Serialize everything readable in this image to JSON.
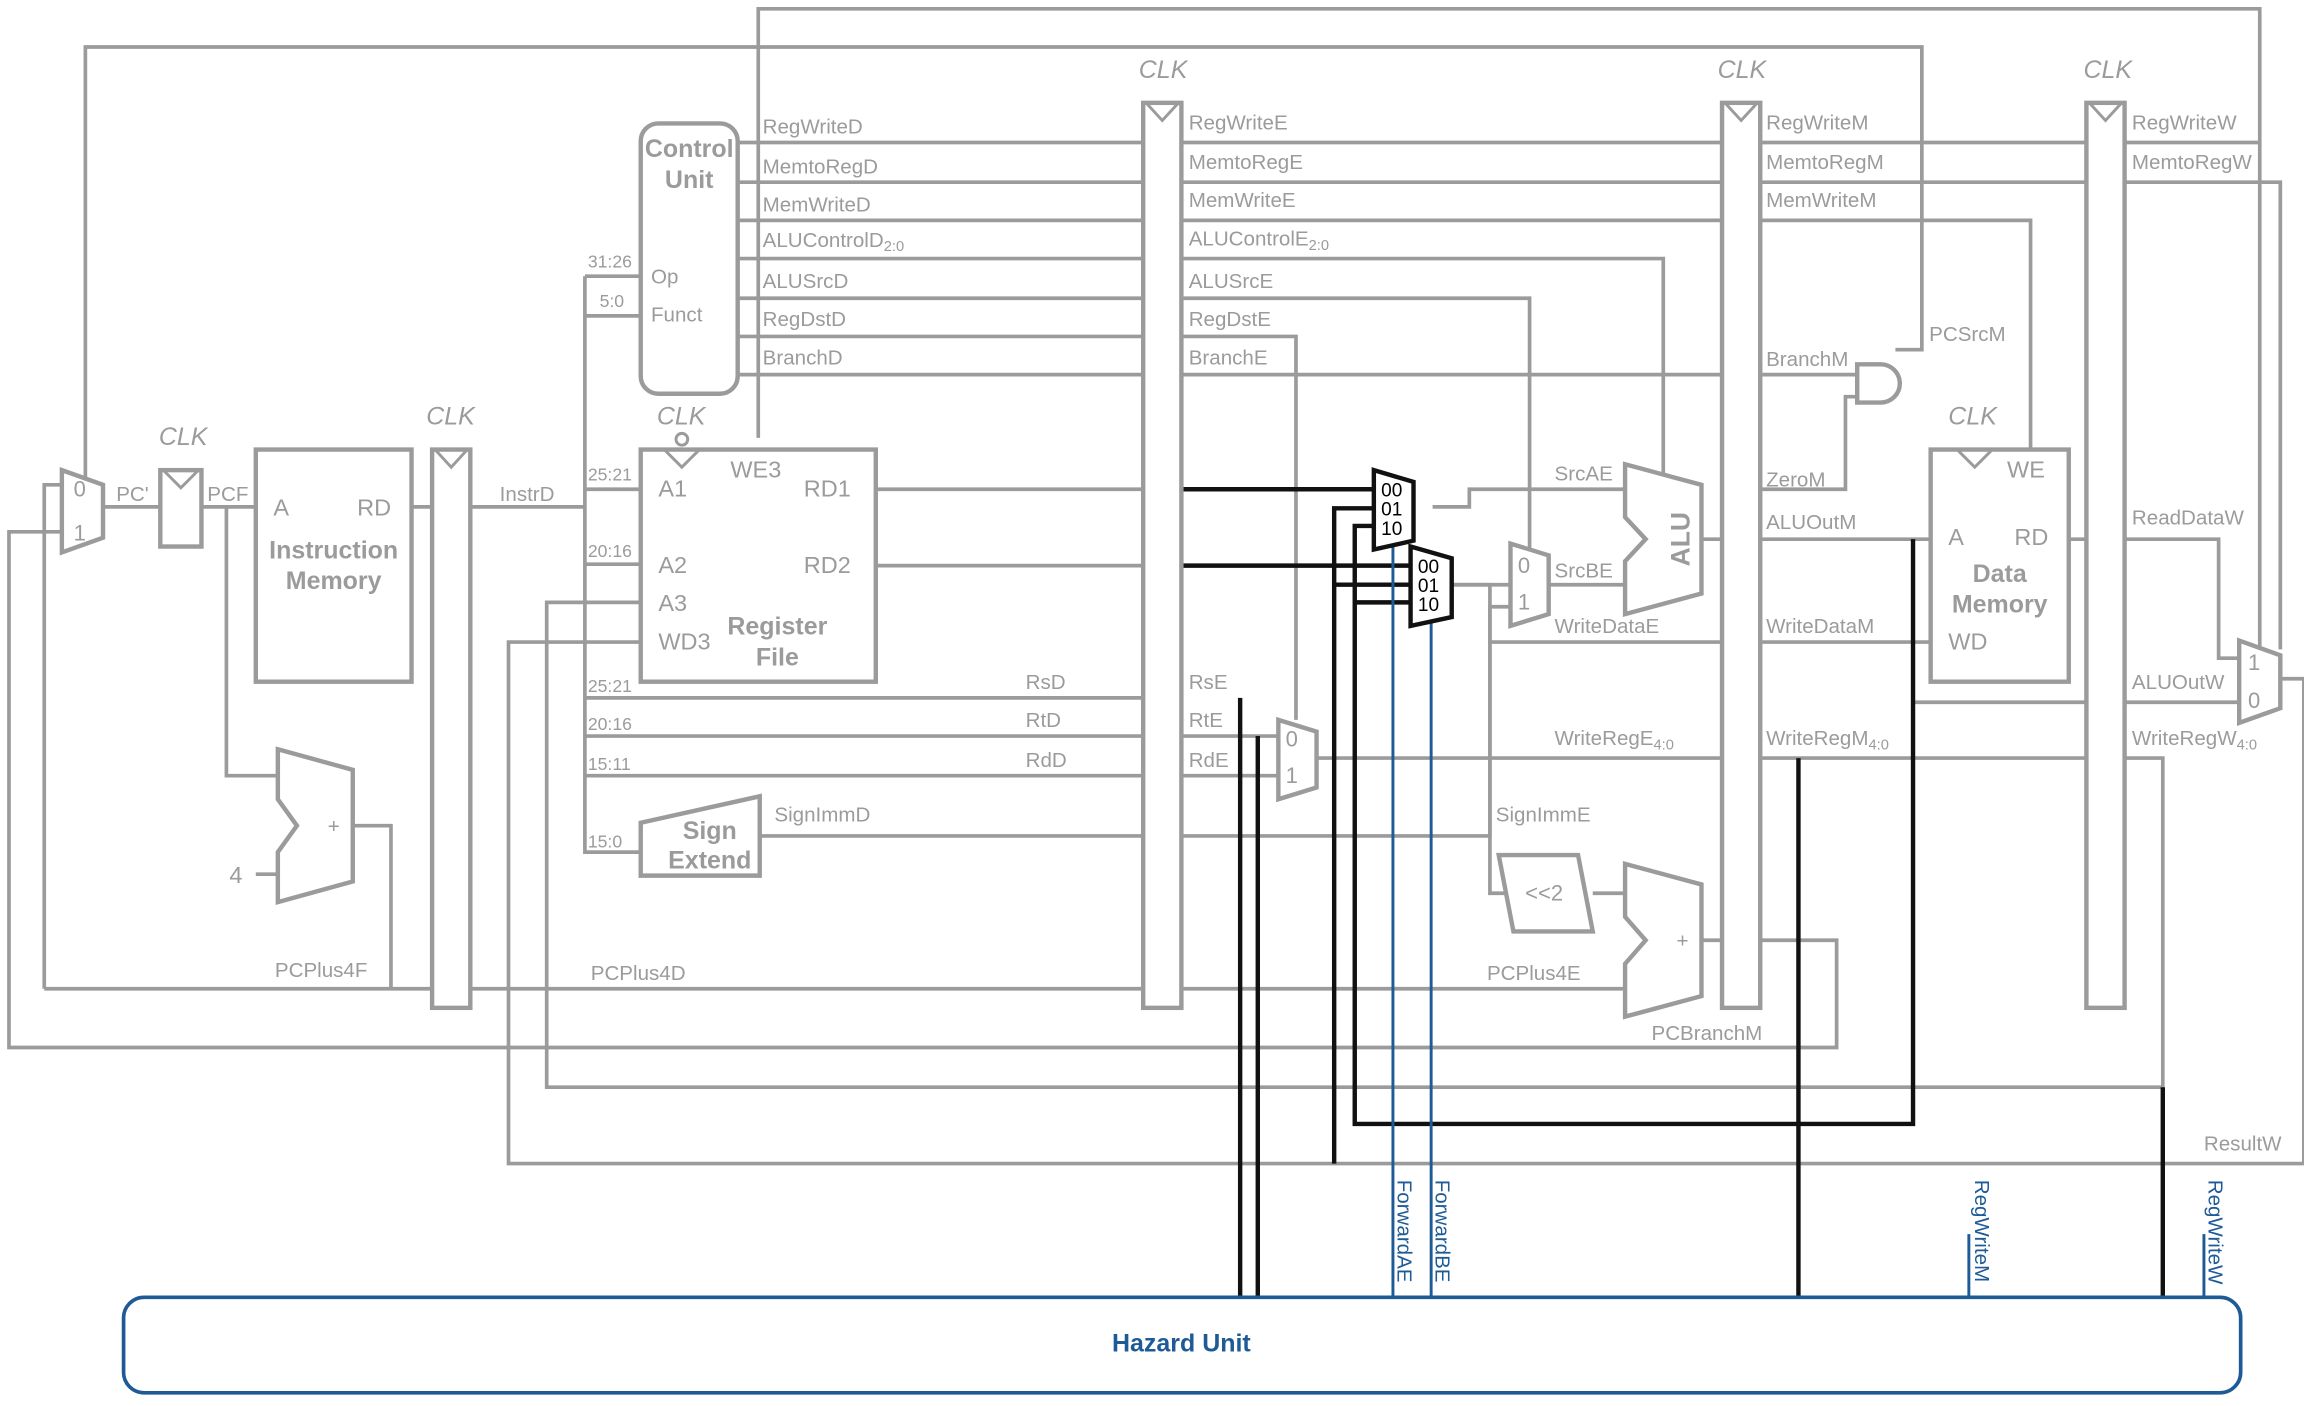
{
  "colors": {
    "gray": "#9b9b9b",
    "black": "#111111",
    "blue": "#1e5b96"
  },
  "clock": "CLK",
  "pc": {
    "mux0": "0",
    "mux1": "1",
    "pc_prime": "PC'",
    "pcf": "PCF",
    "four": "4",
    "plus": "+",
    "pcplus4f": "PCPlus4F"
  },
  "imem": {
    "a": "A",
    "rd": "RD",
    "name1": "Instruction",
    "name2": "Memory"
  },
  "decode": {
    "instrd": "InstrD",
    "bits_31_26": "31:26",
    "bits_5_0": "5:0",
    "bits_25_21": "25:21",
    "bits_20_16": "20:16",
    "bits_25_21b": "25:21",
    "bits_20_16b": "20:16",
    "bits_15_11": "15:11",
    "bits_15_0": "15:0",
    "rsd": "RsD",
    "rtd": "RtD",
    "rdd": "RdD",
    "signimmd": "SignImmD",
    "pcplus4d": "PCPlus4D"
  },
  "control": {
    "name1": "Control",
    "name2": "Unit",
    "op": "Op",
    "funct": "Funct",
    "regwrited": "RegWriteD",
    "memtoregd": "MemtoRegD",
    "memwrited": "MemWriteD",
    "alucontrold": "ALUControlD",
    "alucontrold_sub": "2:0",
    "alusrcd": "ALUSrcD",
    "regdstd": "RegDstD",
    "branchd": "BranchD"
  },
  "regfile": {
    "we3": "WE3",
    "a1": "A1",
    "a2": "A2",
    "a3": "A3",
    "wd3": "WD3",
    "rd1": "RD1",
    "rd2": "RD2",
    "name1": "Register",
    "name2": "File"
  },
  "signext": {
    "name1": "Sign",
    "name2": "Extend"
  },
  "execute": {
    "regwritee": "RegWriteE",
    "memtorege": "MemtoRegE",
    "memwritee": "MemWriteE",
    "alucontrole": "ALUControlE",
    "alucontrole_sub": "2:0",
    "alusrce": "ALUSrcE",
    "regdste": "RegDstE",
    "branche": "BranchE",
    "rse": "RsE",
    "rte": "RtE",
    "rde": "RdE",
    "srcae": "SrcAE",
    "srcbe": "SrcBE",
    "writedatae": "WriteDataE",
    "writerege": "WriteRegE",
    "writerege_sub": "4:0",
    "signimme": "SignImmE",
    "pcplus4e": "PCPlus4E",
    "shift": "<<2",
    "alu": "ALU",
    "plus": "+",
    "fwd_00": "00",
    "fwd_01": "01",
    "fwd_10": "10",
    "mux0": "0",
    "mux1": "1",
    "rdemux0": "0",
    "rdemux1": "1"
  },
  "memory": {
    "regwritem": "RegWriteM",
    "memtoregm": "MemtoRegM",
    "memwritem": "MemWriteM",
    "branchm": "BranchM",
    "pcsrcm": "PCSrcM",
    "zerom": "ZeroM",
    "aluoutm": "ALUOutM",
    "writedatam": "WriteDataM",
    "writeregm": "WriteRegM",
    "writeregm_sub": "4:0",
    "pcbranchm": "PCBranchM",
    "we": "WE",
    "a": "A",
    "rd": "RD",
    "wd": "WD",
    "name1": "Data",
    "name2": "Memory"
  },
  "writeback": {
    "regwritew": "RegWriteW",
    "memtoregw": "MemtoRegW",
    "readdataw": "ReadDataW",
    "aluoutw": "ALUOutW",
    "writeregw": "WriteRegW",
    "writeregw_sub": "4:0",
    "resultw": "ResultW",
    "mux1": "1",
    "mux0": "0"
  },
  "hazard": {
    "title": "Hazard Unit",
    "forwardae": "ForwardAE",
    "forwardbe": "ForwardBE",
    "regwritem": "RegWriteM",
    "regwritew": "RegWriteW"
  }
}
